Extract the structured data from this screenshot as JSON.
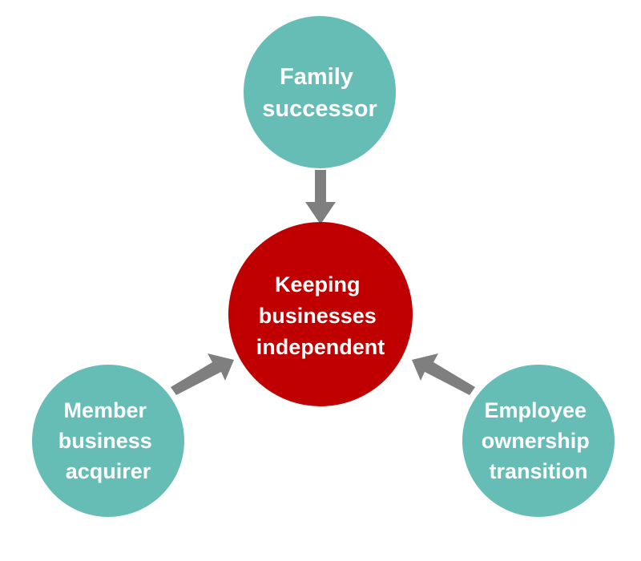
{
  "colors": {
    "center_fill": "#c00000",
    "outer_fill": "#66bdb5",
    "arrow_fill": "#7f7f7f",
    "text": "#ffffff"
  },
  "center": {
    "lines": [
      "Keeping",
      "businesses",
      "independent"
    ]
  },
  "nodes": {
    "top": {
      "lines": [
        "Family",
        "successor"
      ]
    },
    "left": {
      "lines": [
        "Member",
        "business",
        "acquirer"
      ]
    },
    "right": {
      "lines": [
        "Employee",
        "ownership",
        "transition"
      ]
    }
  }
}
